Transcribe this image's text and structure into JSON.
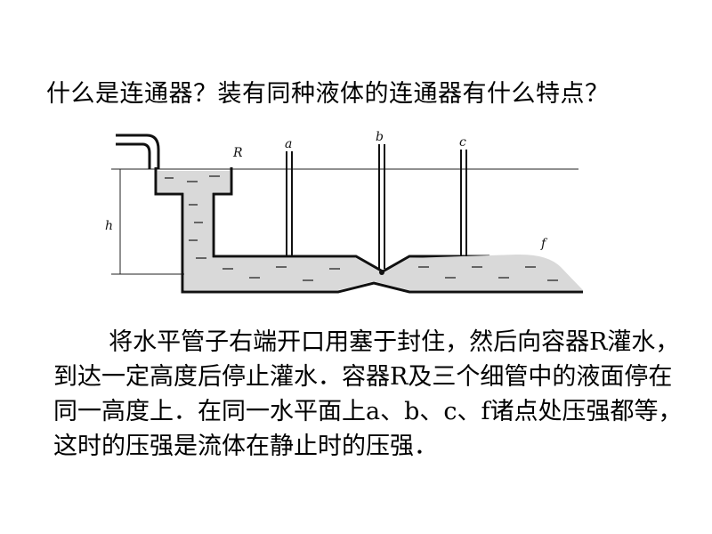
{
  "question": "什么是连通器？装有同种液体的连通器有什么特点？",
  "figure": {
    "labels": {
      "vessel": "R",
      "a": "a",
      "b": "b",
      "c": "c",
      "outlet": "f",
      "height": "h"
    }
  },
  "paragraph": "将水平管子右端开口用塞于封住，然后向容器R灌水，到达一定高度后停止灌水．容器R及三个细管中的液面停在同一高度上．在同一水平面上a、b、c、f诸点处压强都等，这时的压强是流体在静止时的压强．"
}
